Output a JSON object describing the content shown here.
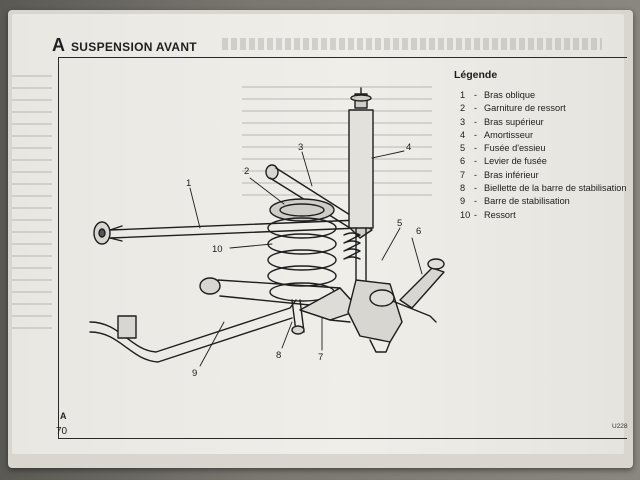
{
  "header": {
    "section_letter": "A",
    "title": "SUSPENSION AVANT"
  },
  "legend": {
    "title": "Légende",
    "items": [
      {
        "number": "1",
        "label": "Bras oblique"
      },
      {
        "number": "2",
        "label": "Garniture de ressort"
      },
      {
        "number": "3",
        "label": "Bras supérieur"
      },
      {
        "number": "4",
        "label": "Amortisseur"
      },
      {
        "number": "5",
        "label": "Fusée d'essieu"
      },
      {
        "number": "6",
        "label": "Levier de fusée"
      },
      {
        "number": "7",
        "label": "Bras inférieur"
      },
      {
        "number": "8",
        "label": "Biellette de la barre de stabilisation"
      },
      {
        "number": "9",
        "label": "Barre de stabilisation"
      },
      {
        "number": "10",
        "label": "Ressort"
      }
    ]
  },
  "diagram": {
    "callouts": [
      {
        "id": "1",
        "label": "1"
      },
      {
        "id": "2",
        "label": "2"
      },
      {
        "id": "3",
        "label": "3"
      },
      {
        "id": "4",
        "label": "4"
      },
      {
        "id": "5",
        "label": "5"
      },
      {
        "id": "6",
        "label": "6"
      },
      {
        "id": "7",
        "label": "7"
      },
      {
        "id": "8",
        "label": "8"
      },
      {
        "id": "9",
        "label": "9"
      },
      {
        "id": "10",
        "label": "10"
      }
    ]
  },
  "footer": {
    "corner_letter": "A",
    "page_number": "70",
    "figure_code": "U228"
  }
}
